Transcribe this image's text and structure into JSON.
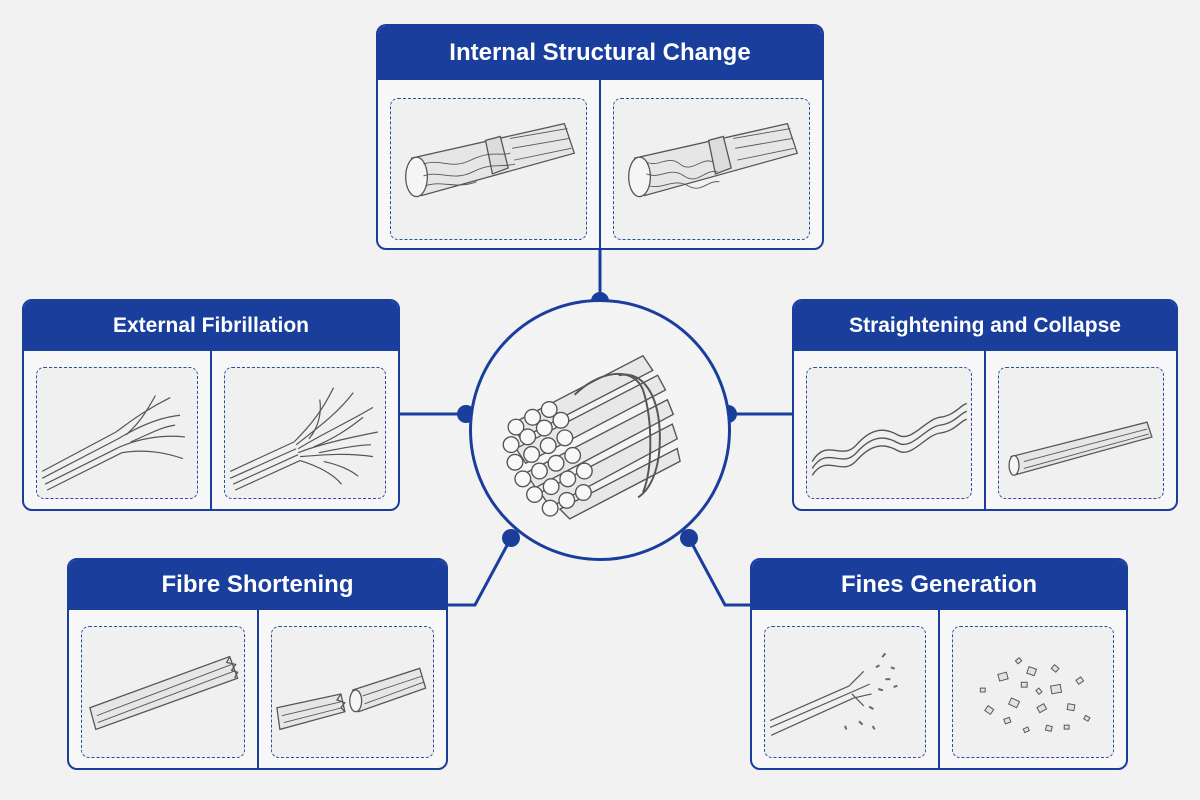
{
  "panels": {
    "internal": {
      "title": "Internal Structural Change"
    },
    "external": {
      "title": "External Fibrillation"
    },
    "straightening": {
      "title": "Straightening and Collapse"
    },
    "shortening": {
      "title": "Fibre Shortening"
    },
    "fines": {
      "title": "Fines Generation"
    }
  },
  "icons": {
    "hub": "fibre-bundle-icon",
    "internal_before": "fibre-cross-section-icon",
    "internal_after": "fibre-cross-section-changed-icon",
    "external_before": "fibrillated-fibre-icon",
    "external_after": "highly-fibrillated-fibre-icon",
    "straightening_before": "wavy-fibre-icon",
    "straightening_after": "straight-collapsed-fibre-icon",
    "shortening_before": "fibre-with-frayed-end-icon",
    "shortening_after": "broken-fibre-icon",
    "fines_before": "fibre-releasing-fines-icon",
    "fines_after": "fines-particles-icon"
  },
  "colors": {
    "accent": "#1a3e9c",
    "background": "#f2f2f2",
    "sketch": "#555555"
  }
}
